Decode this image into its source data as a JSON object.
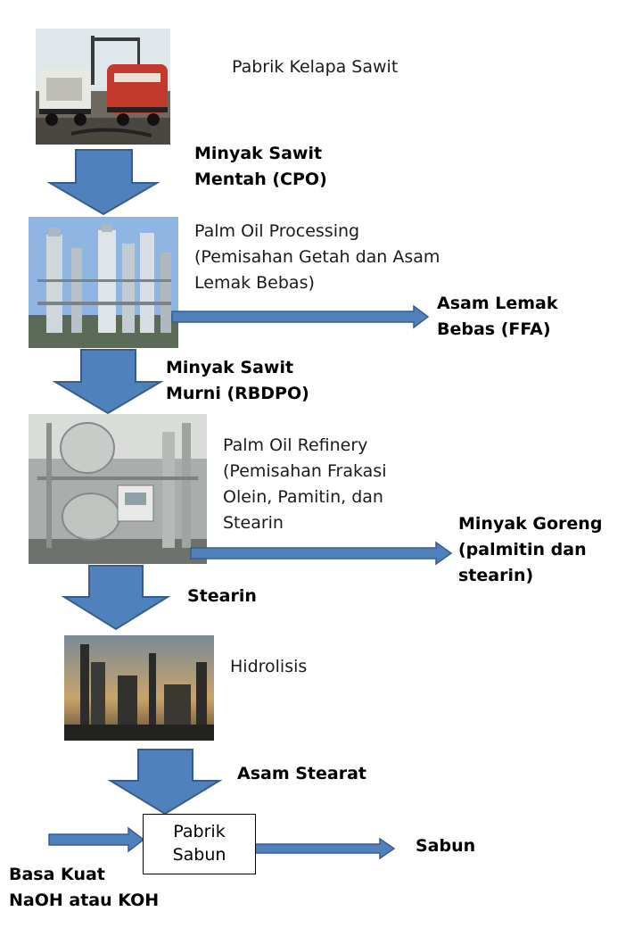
{
  "steps": {
    "mill": "Pabrik Kelapa Sawit",
    "cpo": "Minyak Sawit\nMentah (CPO)",
    "processing": "Palm Oil Processing\n(Pemisahan Getah dan Asam\nLemak Bebas)",
    "ffa": "Asam Lemak\nBebas (FFA)",
    "rbdpo": "Minyak Sawit\nMurni (RBDPO)",
    "refinery": "Palm Oil Refinery\n(Pemisahan Frakasi\nOlein, Pamitin, dan\nStearin",
    "cooking_oil": "Minyak Goreng\n(palmitin dan\nstearin)",
    "stearin": "Stearin",
    "hydrolysis": "Hidrolisis",
    "stearic_acid": "Asam Stearat",
    "soap_factory": "Pabrik\nSabun",
    "soap": "Sabun",
    "base": "Basa Kuat\nNaOH atau KOH"
  },
  "colors": {
    "arrow_fill": "#4f81bd",
    "arrow_stroke": "#385d8a"
  }
}
